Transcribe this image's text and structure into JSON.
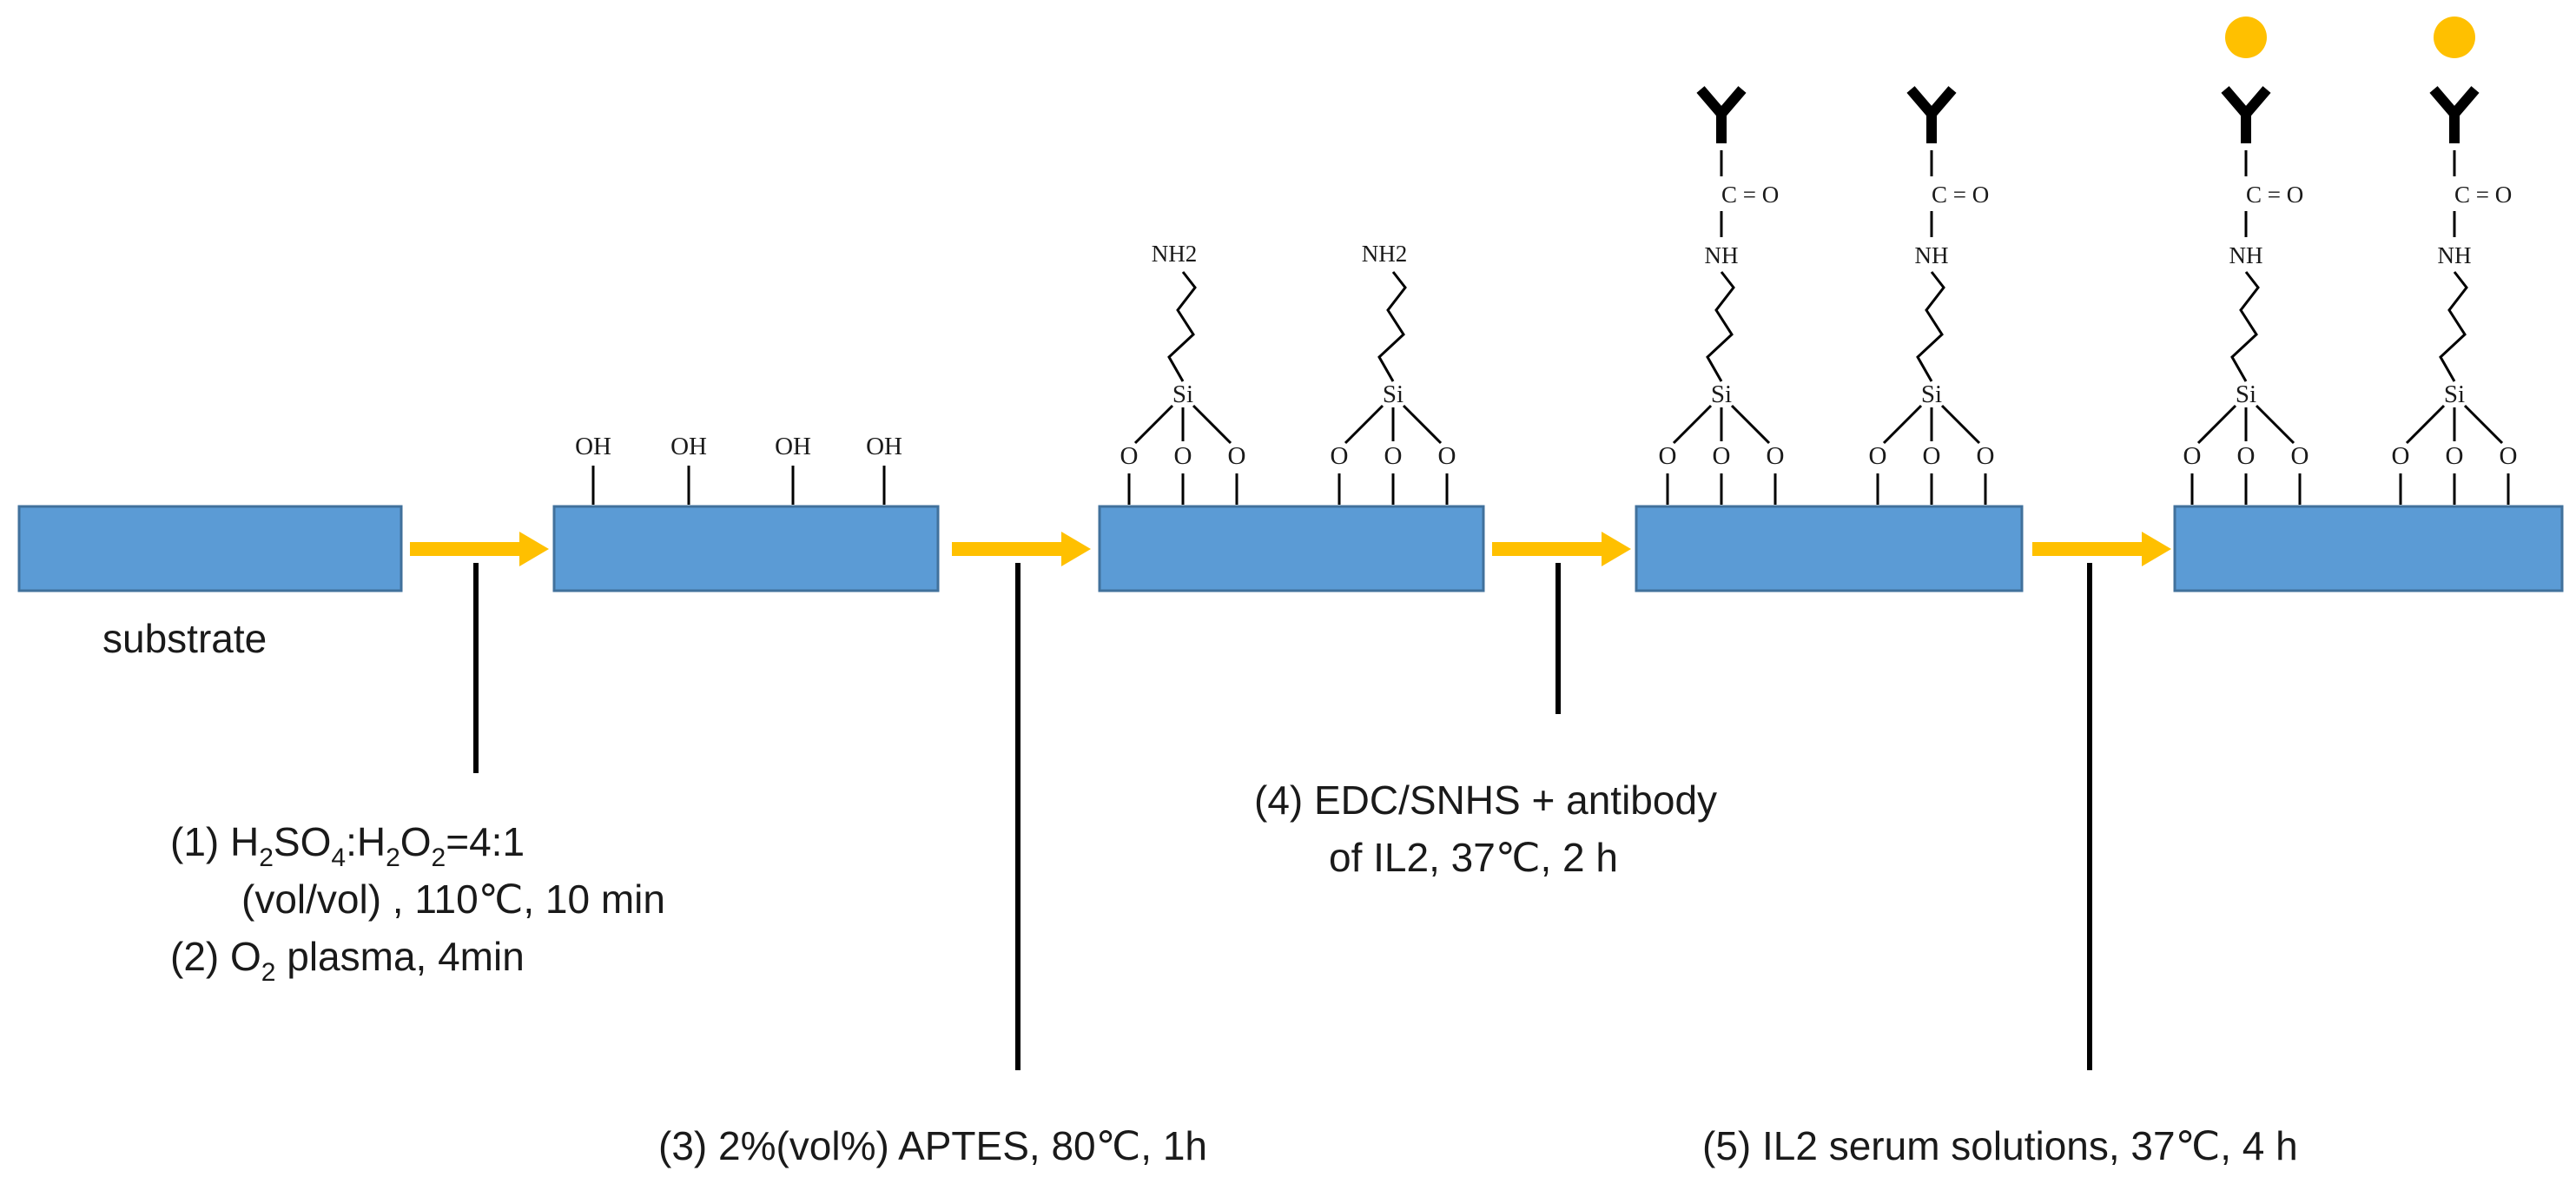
{
  "substrate_label": "substrate",
  "steps": {
    "s1_prefix": "(1) H",
    "s1_mid1": "SO",
    "s1_mid2": ":H",
    "s1_mid3": "O",
    "s1_suffix": "=4:1",
    "sub2": "2",
    "sub4": "4",
    "s1_line2": "(vol/vol) , 110℃, 10 min",
    "s2_prefix": "(2) O",
    "s2_suffix": " plasma, 4min",
    "s3": "(3) 2%(vol%) APTES, 80℃, 1h",
    "s4_line1": "(4) EDC/SNHS + antibody",
    "s4_line2": "of IL2, 37℃, 2 h",
    "s5": "(5)  IL2 serum solutions, 37℃, 4 h"
  },
  "chemistry": {
    "hydroxyl": "OH",
    "amine": "NH2",
    "silicon": "Si",
    "oxygen": "O",
    "carbonyl": "C = O",
    "amide": "NH"
  },
  "colors": {
    "substrate_fill": "#5b9bd5",
    "substrate_border": "#41719c",
    "arrow": "#ffc000",
    "antigen": "#ffc000",
    "antibody": "#000000"
  },
  "icons": [
    "process-arrow",
    "antibody-y-icon",
    "antigen-dot-icon",
    "silane-linker"
  ]
}
